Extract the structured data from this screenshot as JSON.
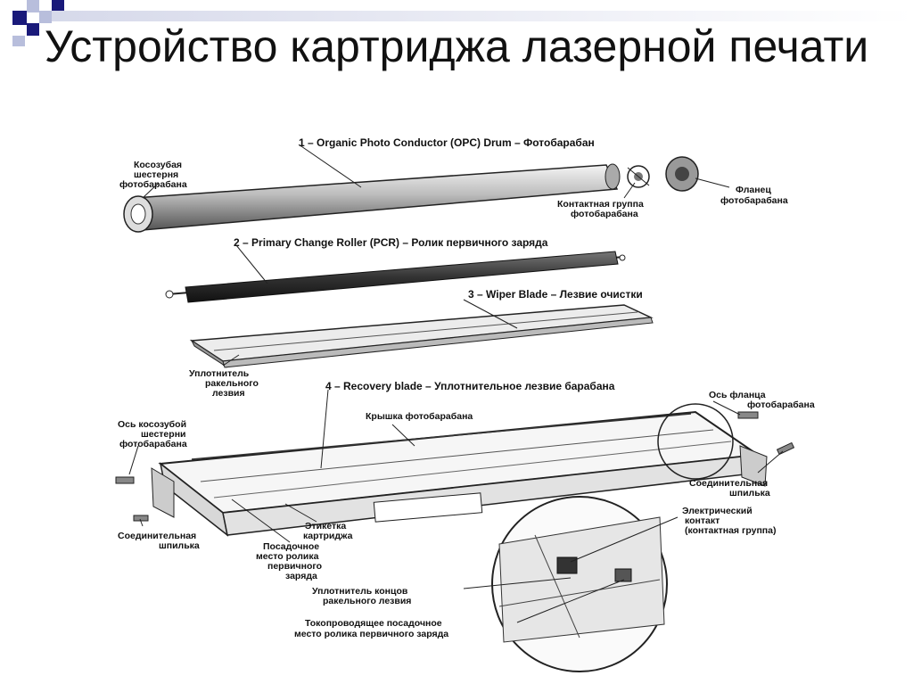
{
  "slide": {
    "title": "Устройство картриджа лазерной печати"
  },
  "diagram": {
    "parts": [
      {
        "id": "opc",
        "label": "1 – Organic Photo Conductor (OPC) Drum – Фотобарабан"
      },
      {
        "id": "pcr",
        "label": "2 – Primary Change Roller (PCR) – Ролик первичного заряда"
      },
      {
        "id": "wiper",
        "label": "3 – Wiper Blade – Лезвие очистки"
      },
      {
        "id": "recovery",
        "label": "4 – Recovery blade – Уплотнительное лезвие барабана"
      }
    ],
    "callouts": {
      "gear": [
        "Косозубая",
        "шестерня",
        "фотобарабана"
      ],
      "contact_group": [
        "Контактная группа",
        "фотобарабана"
      ],
      "flange": [
        "Фланец",
        "фотобарабана"
      ],
      "blade_seal": [
        "Уплотнитель",
        "ракельного",
        "лезвия"
      ],
      "gear_axis": [
        "Ось косозубой",
        "шестерни",
        "фотобарабана"
      ],
      "drum_cover": [
        "Крышка фотобарабана"
      ],
      "flange_axis": [
        "Ось фланца",
        "фотобарабана"
      ],
      "connecting_pin_right": [
        "Соединительная",
        "шпилька"
      ],
      "electric_contact": [
        "Электрический",
        "контакт",
        "(контактная группа)"
      ],
      "connecting_pin_left": [
        "Соединительная",
        "шпилька"
      ],
      "cartridge_label": [
        "Этикетка",
        "картриджа"
      ],
      "pcr_seat": [
        "Посадочное",
        "место ролика",
        "первичного",
        "заряда"
      ],
      "blade_end_seal": [
        "Уплотнитель концов",
        "ракельного лезвия"
      ],
      "conductive_seat": [
        "Токопроводящее посадочное",
        "место ролика первичного заряда"
      ]
    }
  }
}
